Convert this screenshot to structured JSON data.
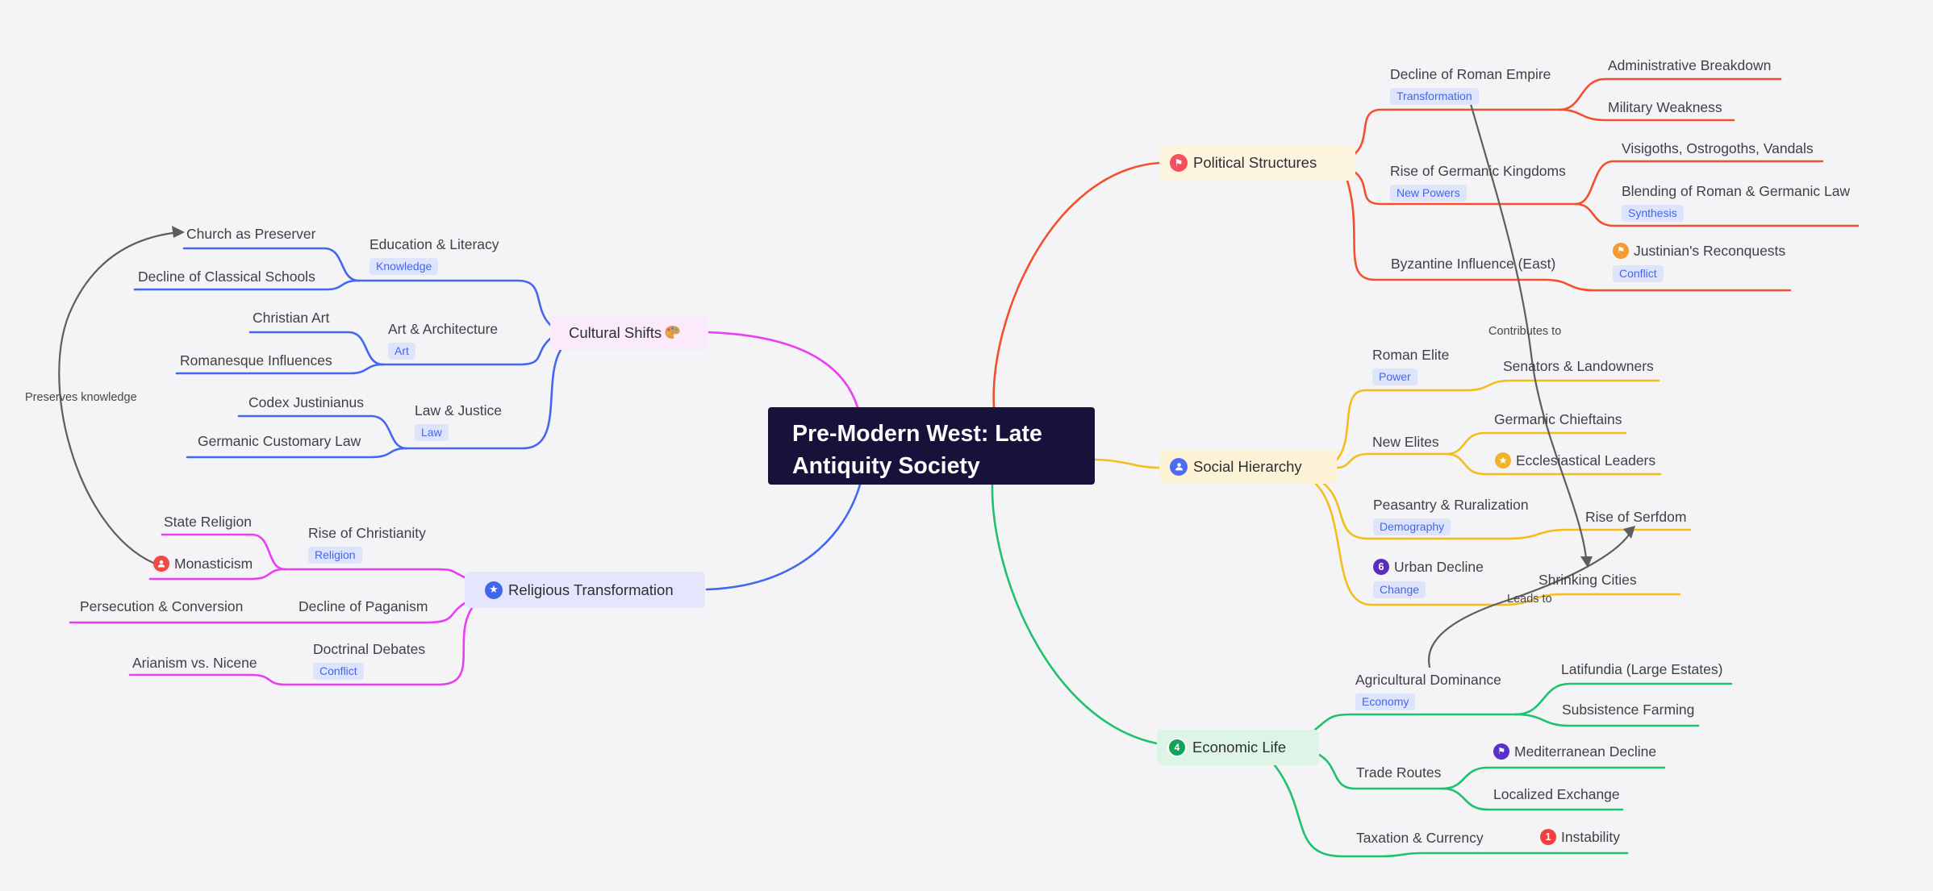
{
  "center": {
    "line1": "Pre-Modern West: Late",
    "line2": "Antiquity Society"
  },
  "annotations": {
    "contributes": "Contributes to",
    "leads": "Leads to",
    "preserves": "Preserves knowledge"
  },
  "icons": {
    "flag": "⚑",
    "star": "★",
    "four": "4",
    "six": "6",
    "one": "1"
  },
  "colors": {
    "political_line": "#f2502c",
    "social_line": "#f5bd1b",
    "economic_line": "#1ec16e",
    "cultural_child_line": "#4467f2",
    "religious_child_line": "#e93ef2",
    "crosslink_line": "#5e5e5e",
    "badge_bg": "#dde4fc",
    "badge_text": "#4565ee",
    "center_bg": "#16123a",
    "political_bg": "#fdf5df",
    "social_bg": "#fcf3d7",
    "economic_bg": "#def4e7",
    "cultural_bg": "#fbe9fc",
    "religious_bg": "#e3e6fc"
  },
  "branches": {
    "political": {
      "label": "Political Structures"
    },
    "social": {
      "label": "Social Hierarchy"
    },
    "economic": {
      "label": "Economic Life"
    },
    "cultural": {
      "label": "Cultural Shifts"
    },
    "religious": {
      "label": "Religious Transformation"
    }
  },
  "topics": {
    "decline_roman": {
      "label": "Decline of Roman Empire",
      "badge": "Transformation"
    },
    "admin_breakdown": {
      "label": "Administrative Breakdown"
    },
    "military_weakness": {
      "label": "Military Weakness"
    },
    "rise_germanic": {
      "label": "Rise of Germanic Kingdoms",
      "badge": "New Powers"
    },
    "visigoths": {
      "label": "Visigoths, Ostrogoths, Vandals"
    },
    "blending_law": {
      "label": "Blending of Roman & Germanic Law",
      "badge": "Synthesis"
    },
    "byzantine": {
      "label": "Byzantine Influence (East)"
    },
    "justinian": {
      "label": "Justinian's Reconquests",
      "badge": "Conflict"
    },
    "roman_elite": {
      "label": "Roman Elite",
      "badge": "Power"
    },
    "senators": {
      "label": "Senators & Landowners"
    },
    "new_elites": {
      "label": "New Elites"
    },
    "germanic_chieftains": {
      "label": "Germanic Chieftains"
    },
    "ecclesiastical": {
      "label": "Ecclesiastical Leaders"
    },
    "peasantry": {
      "label": "Peasantry & Ruralization",
      "badge": "Demography"
    },
    "serfdom": {
      "label": "Rise of Serfdom"
    },
    "urban_decline": {
      "label": "Urban Decline",
      "badge": "Change"
    },
    "shrinking": {
      "label": "Shrinking Cities"
    },
    "agricultural": {
      "label": "Agricultural Dominance",
      "badge": "Economy"
    },
    "latifundia": {
      "label": "Latifundia (Large Estates)"
    },
    "subsistence": {
      "label": "Subsistence Farming"
    },
    "trade": {
      "label": "Trade Routes"
    },
    "mediterranean": {
      "label": "Mediterranean Decline"
    },
    "localized": {
      "label": "Localized Exchange"
    },
    "taxation": {
      "label": "Taxation & Currency"
    },
    "instability": {
      "label": "Instability"
    },
    "education": {
      "label": "Education & Literacy",
      "badge": "Knowledge"
    },
    "church_preserver": {
      "label": "Church as Preserver"
    },
    "decline_schools": {
      "label": "Decline of Classical Schools"
    },
    "christian_art": {
      "label": "Christian Art"
    },
    "art_architecture": {
      "label": "Art & Architecture",
      "badge": "Art"
    },
    "romanesque": {
      "label": "Romanesque Influences"
    },
    "law_justice": {
      "label": "Law & Justice",
      "badge": "Law"
    },
    "codex": {
      "label": "Codex Justinianus"
    },
    "germanic_custom": {
      "label": "Germanic Customary Law"
    },
    "rise_christianity": {
      "label": "Rise of Christianity",
      "badge": "Religion"
    },
    "state_religion": {
      "label": "State Religion"
    },
    "monasticism": {
      "label": "Monasticism"
    },
    "decline_paganism": {
      "label": "Decline of Paganism"
    },
    "persecution": {
      "label": "Persecution & Conversion"
    },
    "doctrinal": {
      "label": "Doctrinal Debates",
      "badge": "Conflict"
    },
    "arianism": {
      "label": "Arianism vs. Nicene"
    }
  }
}
